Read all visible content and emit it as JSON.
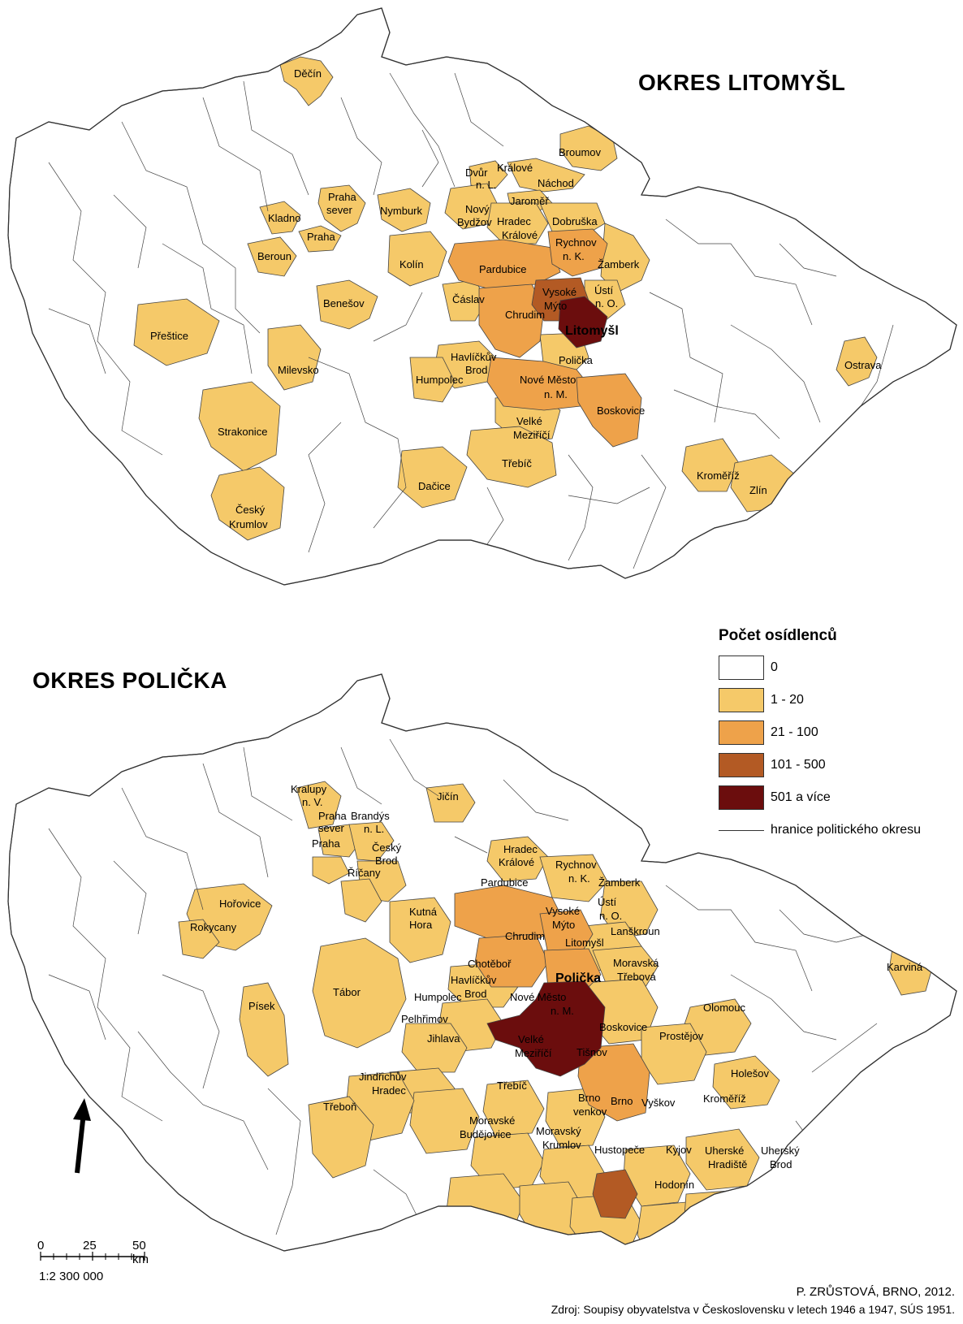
{
  "titles": {
    "top": "OKRES LITOMYŠL",
    "bottom": "OKRES POLIČKA"
  },
  "legend": {
    "title": "Počet osídlenců",
    "classes": [
      {
        "label": "0",
        "color": "#ffffff"
      },
      {
        "label": "1 - 20",
        "color": "#f5c969"
      },
      {
        "label": "21 - 100",
        "color": "#eea24a"
      },
      {
        "label": "101 - 500",
        "color": "#b35a24"
      },
      {
        "label": "501 a více",
        "color": "#6b0d0d"
      }
    ],
    "border_label": "hranice politického okresu"
  },
  "scale": {
    "t0": "0",
    "t25": "25",
    "t50": "50 km",
    "ratio": "1:2 300 000"
  },
  "credit": {
    "author": "P. ZRŮSTOVÁ, BRNO, 2012.",
    "source": "Zdroj: Soupisy obyvatelstva v Československu v letech 1946 a 1947, SÚS 1951."
  },
  "top_labels": {
    "decin": "Děčín",
    "broumov": "Broumov",
    "dvur1": "Dvůr",
    "dvur2": "n. L.",
    "kralove_t": "Králové",
    "nachod": "Náchod",
    "jaromer": "Jaroměř",
    "praha_s1": "Praha",
    "praha_s2": "sever",
    "kladno": "Kladno",
    "praha": "Praha",
    "nymburk": "Nymburk",
    "novy1": "Nový",
    "novy2": "Bydžov",
    "hk1": "Hradec",
    "hk2": "Králové",
    "dobruska": "Dobruška",
    "rych1": "Rychnov",
    "rych2": "n. K.",
    "beroun": "Beroun",
    "kolin": "Kolín",
    "pardubice": "Pardubice",
    "zamberk": "Žamberk",
    "vm1": "Vysoké",
    "vm2": "Mýto",
    "usti1": "Ústí",
    "usti2": "n. O.",
    "benesov": "Benešov",
    "caslav": "Čáslav",
    "chrudim": "Chrudim",
    "prestice": "Přeštice",
    "litomysl": "Litomyšl",
    "hb1": "Havlíčkův",
    "hb2": "Brod",
    "policka": "Polička",
    "milevsko": "Milevsko",
    "ostrava": "Ostrava",
    "humpolec": "Humpolec",
    "nm1": "Nové Město",
    "nm2": "n. M.",
    "boskovice": "Boskovice",
    "strakonice": "Strakonice",
    "vel1": "Velké",
    "vel2": "Meziříčí",
    "trebic": "Třebíč",
    "kromeriz": "Kroměříž",
    "zlin": "Zlín",
    "dacice": "Dačice",
    "ck1": "Český",
    "ck2": "Krumlov"
  },
  "bottom_labels": {
    "kral1": "Kralupy",
    "kral2": "n. V.",
    "jicin": "Jičín",
    "ps1": "Praha",
    "ps2": "sever",
    "bran1": "Brandýs",
    "bran2": "n. L.",
    "praha": "Praha",
    "cb1": "Český",
    "cb2": "Brod",
    "ricany": "Říčany",
    "hk1": "Hradec",
    "hk2": "Králové",
    "rych1": "Rychnov",
    "rych2": "n. K.",
    "zamberk": "Žamberk",
    "pardubice": "Pardubice",
    "horovice": "Hořovice",
    "rokycany": "Rokycany",
    "kh1": "Kutná",
    "kh2": "Hora",
    "vm1": "Vysoké",
    "vm2": "Mýto",
    "usti1": "Ústí",
    "usti2": "n. O.",
    "lanskroun": "Lanškroun",
    "chrudim": "Chrudim",
    "litomysl": "Litomyšl",
    "chotebor": "Chotěboř",
    "mt1": "Moravská",
    "mt2": "Třebová",
    "karvina": "Karviná",
    "hb1": "Havlíčkův",
    "hb2": "Brod",
    "policka": "Polička",
    "tabor": "Tábor",
    "humpolec": "Humpolec",
    "nm1": "Nové Město",
    "nm2": "n. M.",
    "pisek": "Písek",
    "pelhrimov": "Pelhřimov",
    "olomouc": "Olomouc",
    "boskovice": "Boskovice",
    "prostejov": "Prostějov",
    "jihlava": "Jihlava",
    "vel1": "Velké",
    "vel2": "Meziříčí",
    "tisnov": "Tišnov",
    "holesov": "Holešov",
    "jh1": "Jindřichův",
    "jh2": "Hradec",
    "trebic": "Třebíč",
    "brnov1": "Brno",
    "brnov2": "venkov",
    "brno": "Brno",
    "vyskov": "Vyškov",
    "kromeriz": "Kroměříž",
    "trebon": "Třeboň",
    "mb1": "Moravské",
    "mb2": "Budějovice",
    "mk1": "Moravský",
    "mk2": "Krumlov",
    "hustopece": "Hustopeče",
    "kyjov": "Kyjov",
    "uh1": "Uherské",
    "uh2": "Hradiště",
    "ub1": "Uherský",
    "ub2": "Brod",
    "hodonin": "Hodonín"
  }
}
